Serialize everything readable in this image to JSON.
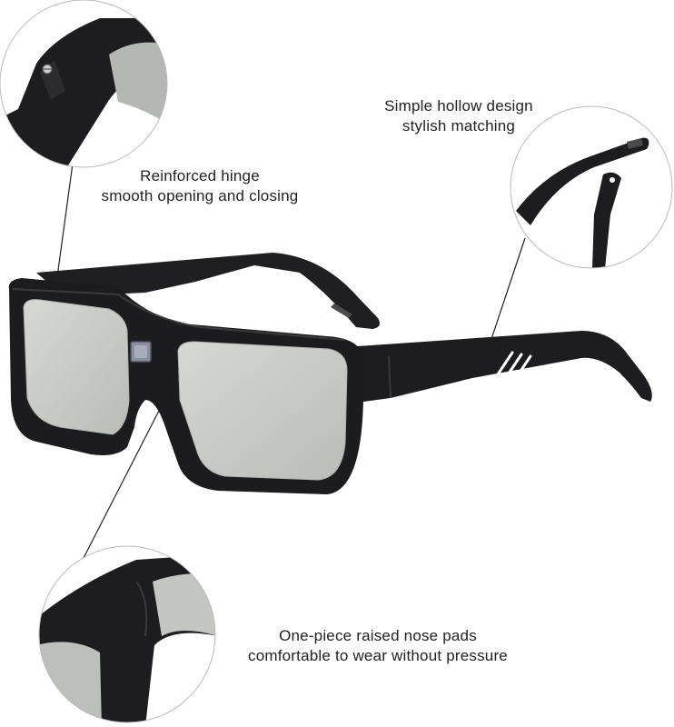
{
  "captions": {
    "hinge": {
      "line1": "Reinforced hinge",
      "line2": "smooth opening and closing"
    },
    "hollow": {
      "line1": "Simple hollow design",
      "line2": "stylish matching"
    },
    "nose": {
      "line1": "One-piece raised nose pads",
      "line2": "comfortable to wear without pressure"
    }
  },
  "colors": {
    "frame": "#1c1c1e",
    "frame_highlight": "#3a3a3d",
    "lens": "#c9cbc8",
    "lens_edge": "#aeb1ad",
    "sensor": "#8a8fa0",
    "leader_line": "#222222",
    "circle_border": "#bbbbbb"
  }
}
